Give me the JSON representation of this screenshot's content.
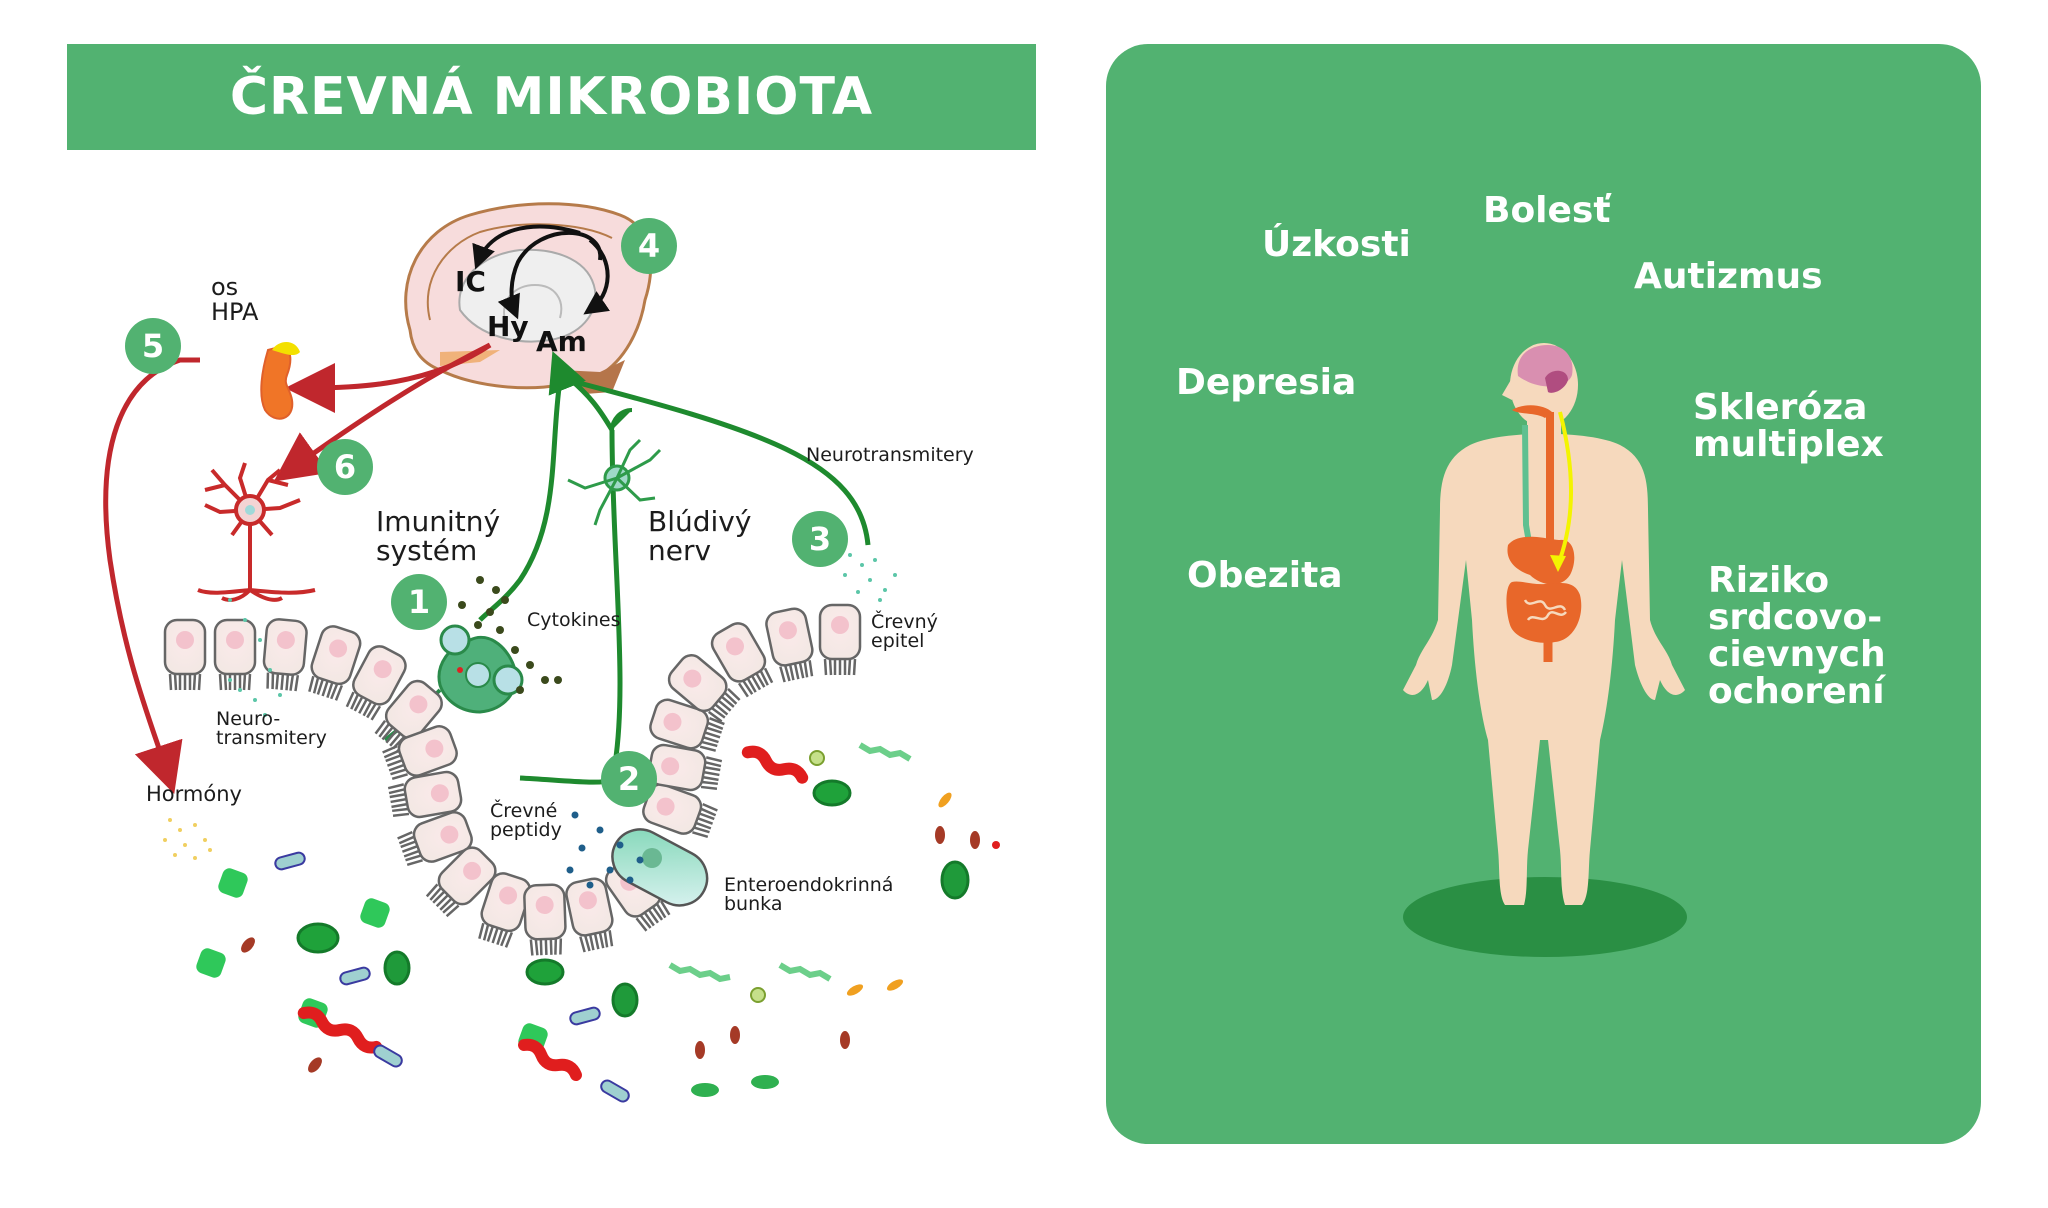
{
  "title": "ČREVNÁ MIKROBIOTA",
  "colors": {
    "green_brand": "#52b271",
    "green_dark": "#2a8f44",
    "nerve_green": "#1e8a2e",
    "hpa_red": "#c0272d",
    "skin": "#f6d9bd",
    "organ_orange": "#e8672a",
    "brain_pink": "#d98fb0",
    "arrow_yellow": "#f4f400"
  },
  "diagram": {
    "brain_labels": {
      "ic": "IC",
      "hy": "Hy",
      "am": "Am"
    },
    "badges": [
      "1",
      "2",
      "3",
      "4",
      "5",
      "6"
    ],
    "labels": {
      "os_hpa": "os\nHPA",
      "imunitny_system": "Imunitný\nsystém",
      "bludivy_nerv": "Blúdivý\nnerv",
      "neurotransmitery_top": "Neurotransmitery",
      "cytokines": "Cytokines",
      "crevny_epitel": "Črevný\nepitel",
      "neurotransmitery_left": "Neuro-\ntransmitery",
      "hormony": "Hormóny",
      "crevne_peptidy": "Črevné\npeptidy",
      "enteroendokrinna_bunka": "Enteroendokrinná\nbunka"
    },
    "icons": [
      "brain-icon",
      "adrenal-gland-icon",
      "neuron-icon",
      "immune-cell-icon",
      "enteroendocrine-cell-icon",
      "epithelial-cell-icon",
      "bacteria-icon"
    ]
  },
  "conditions": {
    "uzkosti": "Úzkosti",
    "bolest": "Bolesť",
    "autizmus": "Autizmus",
    "depresia": "Depresia",
    "skleroza": "Skleróza\nmultiplex",
    "obezita": "Obezita",
    "kardio": "Riziko\nsrdcovo-\ncievnych\nochorení"
  }
}
